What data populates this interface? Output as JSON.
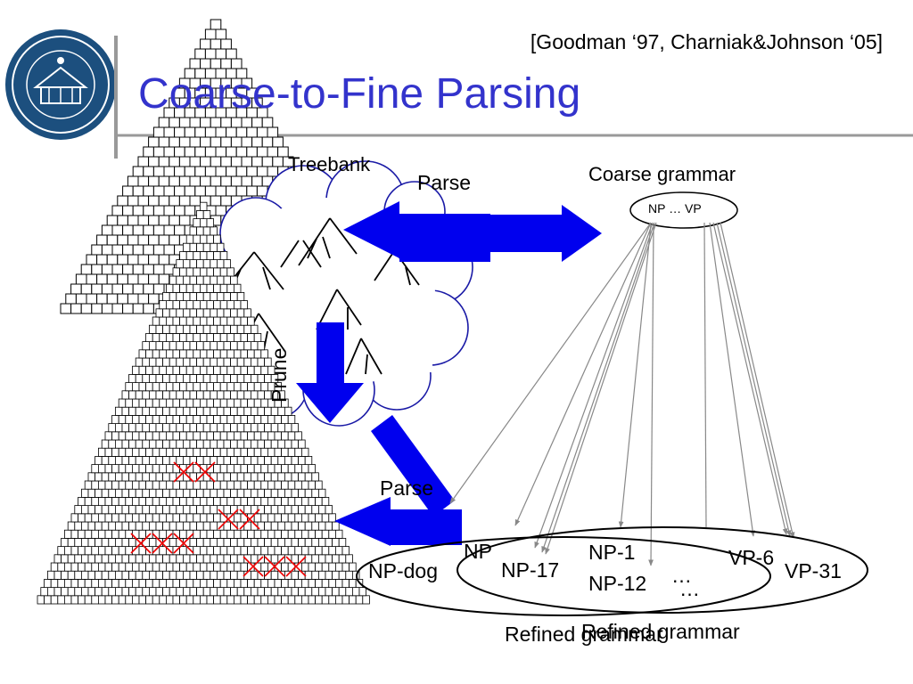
{
  "header": {
    "citation": "[Goodman ‘97, Charniak&Johnson ‘05]",
    "title": "Coarse-to-Fine Parsing"
  },
  "diagram": {
    "treebank_label": "Treebank",
    "parse_top_label": "Parse",
    "parse_bottom_label": "Parse",
    "prune_label": "Prune",
    "coarse_grammar_label": "Coarse grammar",
    "coarse_node_label": "NP … VP",
    "refined_nodes": {
      "np_dog": "NP-dog",
      "np_partial": "NP",
      "np_17": "NP-17",
      "np_1": "NP-1",
      "np_12": "NP-12",
      "ellipsis_1": "…",
      "ellipsis_2": "…",
      "vp_6": "VP-6",
      "vp_31": "VP-31"
    },
    "refined_grammar_label_1": "Refined grammar",
    "refined_grammar_label_2": "Refined grammar"
  },
  "colors": {
    "title": "#3333cc",
    "arrow": "#0000ee",
    "prune_mark": "#ee0000",
    "logo": "#1c4f7e"
  }
}
